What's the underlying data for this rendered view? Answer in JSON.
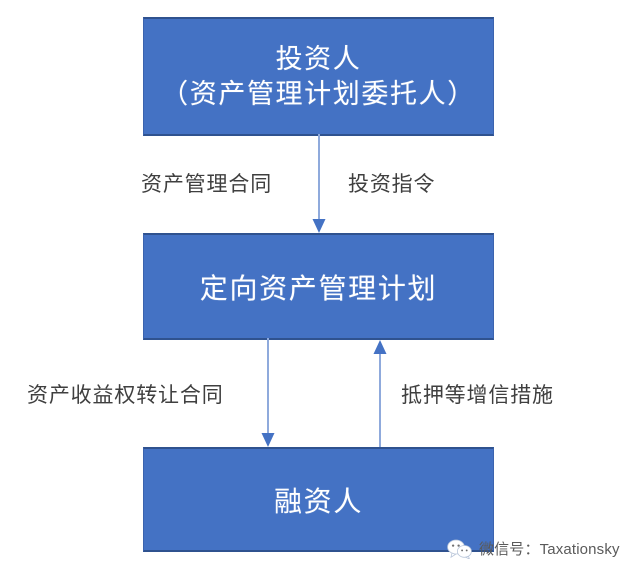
{
  "diagram": {
    "type": "flowchart",
    "orientation": "vertical",
    "background_color": "#FFFFFF",
    "node_fill_color": "#4472C4",
    "node_border_color": "#2F528F",
    "node_text_color": "#FFFFFF",
    "connector_color": "#8FAADC",
    "label_text_color": "#3F3F3F",
    "nodes": [
      {
        "id": "investor",
        "line1": "投资人",
        "line2": "（资产管理计划委托人）"
      },
      {
        "id": "plan",
        "line1": "定向资产管理计划"
      },
      {
        "id": "financier",
        "line1": "融资人"
      }
    ],
    "edges": [
      {
        "id": "investor-to-plan",
        "from": "investor",
        "to": "plan",
        "direction": "down",
        "label_left": "资产管理合同",
        "label_right": "投资指令"
      },
      {
        "id": "plan-to-financier",
        "from": "plan",
        "to": "financier",
        "direction": "down",
        "label_left": "资产收益权转让合同"
      },
      {
        "id": "financier-to-plan",
        "from": "financier",
        "to": "plan",
        "direction": "up",
        "label_right": "抵押等增信措施"
      }
    ]
  },
  "watermark": {
    "icon": "wechat-icon",
    "text": "微信号：Taxationsky"
  }
}
